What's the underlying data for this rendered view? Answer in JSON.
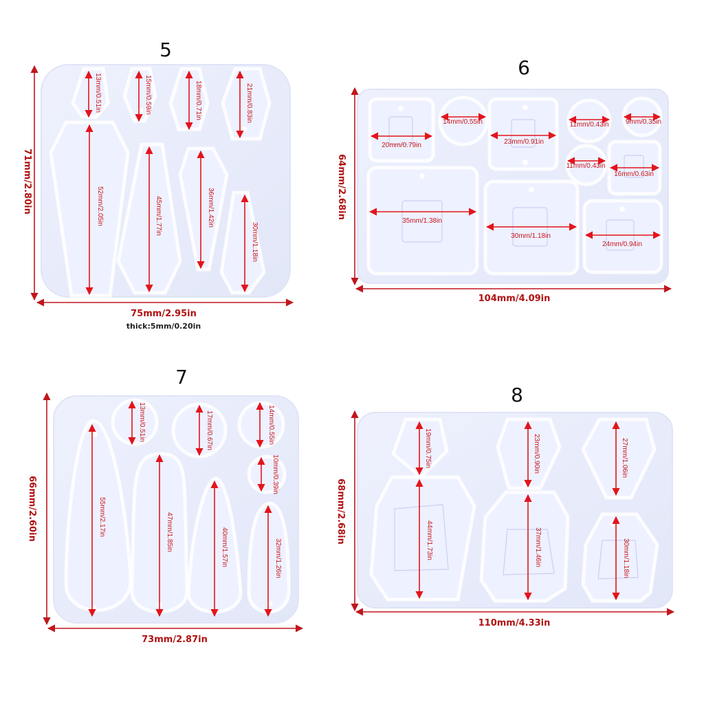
{
  "molds": [
    {
      "number": "5",
      "height_label": "71mm/2.80in",
      "width_label": "75mm/2.95in",
      "thickness_label": "thick:5mm/0.20in",
      "cavity_labels": [
        "13mm/0.51in",
        "15mm/0.59in",
        "18mm/0.71in",
        "21mm/0.83in",
        "52mm/2.05in",
        "45mm/1.77in",
        "36mm/1.42in",
        "30mm/1.18in"
      ]
    },
    {
      "number": "6",
      "height_label": "64mm/2.68in",
      "width_label": "104mm/4.09in",
      "cavity_labels": [
        "20mm/0.79in",
        "14mm/0.55in",
        "23mm/0.91in",
        "11mm/0.43in",
        "9mm/0.35in",
        "11mm/0.43in",
        "16mm/0.63in",
        "35mm/1.38in",
        "30mm/1.18in",
        "24mm/0.94in"
      ]
    },
    {
      "number": "7",
      "height_label": "66mm/2.60in",
      "width_label": "73mm/2.87in",
      "cavity_labels": [
        "13mm/0.51in",
        "17mm/0.67in",
        "14mm/0.55in",
        "10mm/0.39in",
        "55mm/2.17in",
        "47mm/1.85in",
        "40mm/1.57in",
        "32mm/1.26in"
      ]
    },
    {
      "number": "8",
      "height_label": "68mm/2.68in",
      "width_label": "110mm/4.33in",
      "cavity_labels": [
        "19mm/0.75in",
        "23mm/0.90in",
        "27mm/1.06in",
        "44mm/1.73in",
        "37mm/1.46in",
        "30mm/1.18in"
      ]
    }
  ],
  "colors": {
    "mold": "#e9edfb",
    "measure": "#e3141c",
    "dimension_text": "#b01212"
  }
}
